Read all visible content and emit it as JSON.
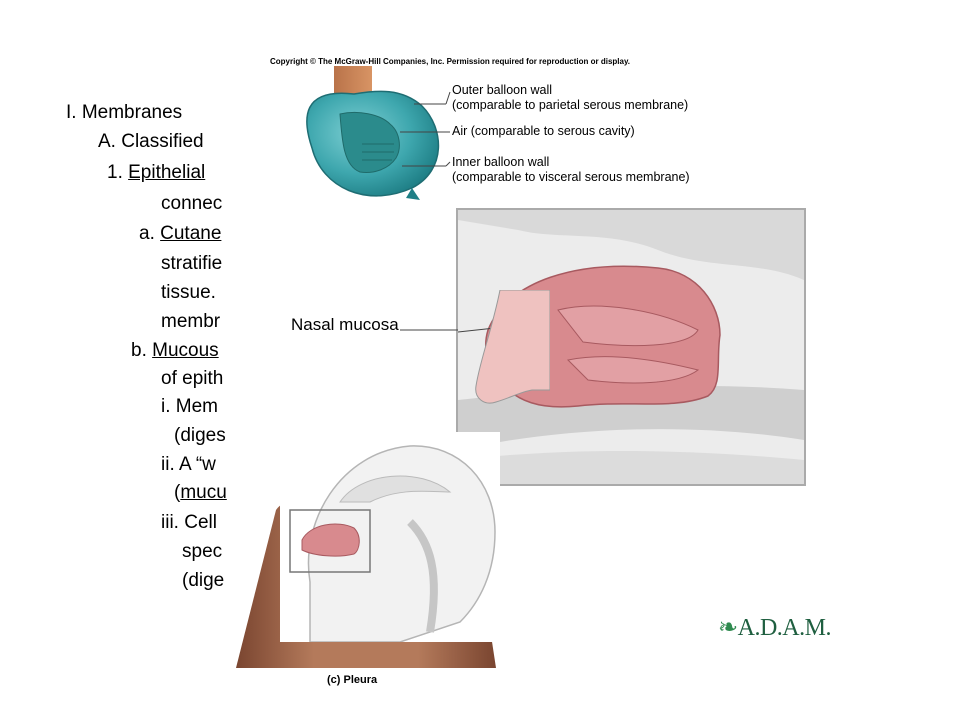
{
  "outline": {
    "l1": "I. Membranes",
    "l2": "A.  Classified",
    "l3_num": "1.  ",
    "l3_u": "Epithelial",
    "l4": "connec",
    "l5_pre": "a. ",
    "l5_u": "Cutane",
    "l6": "stratifie",
    "l7": "tissue.",
    "l8": "membr",
    "l9_pre": "b. ",
    "l9_u": "Mucous",
    "l10": "of epith",
    "l11": "i. Mem",
    "l12": "(diges",
    "l13": "ii. A “w",
    "l14_pre": "(",
    "l14_u": "mucu",
    "l15": "iii. Cell",
    "l16": "spec",
    "l17": "(dige"
  },
  "balloon_figure": {
    "copyright": "Copyright © The McGraw-Hill Companies, Inc. Permission required for reproduction or display.",
    "outer_1": "Outer balloon wall",
    "outer_2": "(comparable to parietal serous membrane)",
    "air": "Air (comparable to serous cavity)",
    "inner_1": "Inner balloon wall",
    "inner_2": "(comparable to visceral serous membrane)"
  },
  "nasal_figure": {
    "label": "Nasal mucosa"
  },
  "logo": {
    "text": "A.D.A.M."
  },
  "caption": {
    "pleura": "(c) Pleura"
  }
}
